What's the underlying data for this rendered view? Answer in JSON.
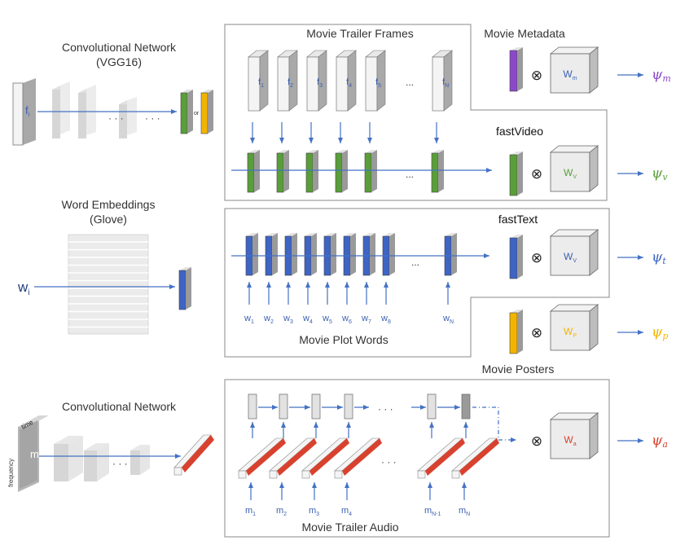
{
  "diagram": {
    "title_frames": "Movie Trailer Frames",
    "title_metadata": "Movie Metadata",
    "title_conv_net_1": "Convolutional Network",
    "title_vgg": "(VGG16)",
    "title_word_emb": "Word Embeddings",
    "title_glove": "(Glove)",
    "title_plot_words": "Movie Plot Words",
    "title_posters": "Movie Posters",
    "title_conv_net_2": "Convolutional Network",
    "title_audio": "Movie Trailer Audio",
    "fast_video": "fastVideo",
    "fast_text": "fastText",
    "or_label": "or",
    "time_label": "time",
    "frequency_label": "frequency",
    "dots": "...",
    "dots_spaced": "· · ·",
    "frame_input": {
      "base": "f",
      "sub": "i"
    },
    "word_input": {
      "base": "w",
      "sub": "i"
    },
    "audio_input": {
      "base": "m",
      "sub": "i"
    },
    "frames": [
      {
        "base": "f",
        "sub": "1"
      },
      {
        "base": "f",
        "sub": "2"
      },
      {
        "base": "f",
        "sub": "3"
      },
      {
        "base": "f",
        "sub": "4"
      },
      {
        "base": "f",
        "sub": "5"
      },
      {
        "base": "f",
        "sub": "N"
      }
    ],
    "words": [
      {
        "base": "w",
        "sub": "1"
      },
      {
        "base": "w",
        "sub": "2"
      },
      {
        "base": "w",
        "sub": "3"
      },
      {
        "base": "w",
        "sub": "4"
      },
      {
        "base": "w",
        "sub": "5"
      },
      {
        "base": "w",
        "sub": "6"
      },
      {
        "base": "w",
        "sub": "7"
      },
      {
        "base": "w",
        "sub": "8"
      },
      {
        "base": "w",
        "sub": "N"
      }
    ],
    "audio": [
      {
        "base": "m",
        "sub": "1"
      },
      {
        "base": "m",
        "sub": "2"
      },
      {
        "base": "m",
        "sub": "3"
      },
      {
        "base": "m",
        "sub": "4"
      },
      {
        "base": "m",
        "sub": "N-1"
      },
      {
        "base": "m",
        "sub": "N"
      }
    ],
    "weights": {
      "metadata": {
        "base": "W",
        "sub": "m"
      },
      "video": {
        "base": "W",
        "sub": "V"
      },
      "text": {
        "base": "W",
        "sub": "V"
      },
      "poster": {
        "base": "W",
        "sub": "P"
      },
      "audio": {
        "base": "W",
        "sub": "a"
      }
    },
    "outputs": {
      "metadata": {
        "base": "ψ",
        "sub": "m"
      },
      "video": {
        "base": "ψ",
        "sub": "v"
      },
      "text": {
        "base": "ψ",
        "sub": "t"
      },
      "poster": {
        "base": "ψ",
        "sub": "p"
      },
      "audio": {
        "base": "ψ",
        "sub": "a"
      }
    },
    "otimes": "⊗",
    "colors": {
      "blue_arrow": "#4472c4",
      "green": "#5a9e3a",
      "blue": "#3e64c4",
      "purple": "#8b49c9",
      "yellow": "#f2b400",
      "red": "#d9412f",
      "gray": "#a0a0a0"
    }
  }
}
